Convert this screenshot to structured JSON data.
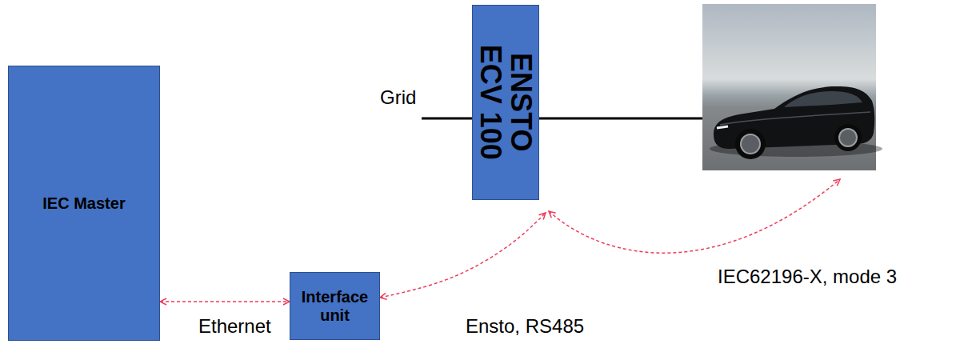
{
  "diagram": {
    "nodes": [
      {
        "text": [
          "ENSTO ECV 100"
        ]
      },
      {
        "text": [
          "IEC Master"
        ]
      },
      {
        "text": [
          "Interface unit"
        ]
      }
    ],
    "edges": [
      {
        "from": 1,
        "to": 2,
        "arrow": "both",
        "label": "Ethernet"
      },
      {
        "from": 2,
        "to": 0,
        "arrow": "both",
        "label": "Ensto, RS485"
      }
    ],
    "labels": [
      "Grid",
      "IEC62196-X, mode 3"
    ]
  }
}
